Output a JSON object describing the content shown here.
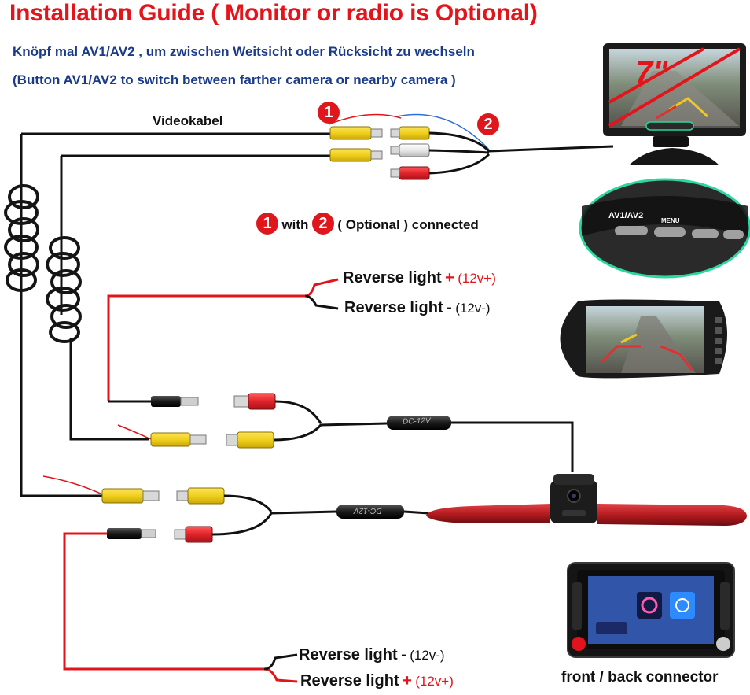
{
  "title": "Installation Guide ( Monitor or radio is Optional)",
  "subtitle_de": "Knöpf mal AV1/AV2 , um zwischen Weitsicht oder Rücksicht zu wechseln",
  "subtitle_en": "(Button AV1/AV2 to switch between farther camera or nearby camera )",
  "videokabel_label": "Videokabel",
  "badges": {
    "one": "1",
    "two": "2"
  },
  "optional_note": {
    "with": "with",
    "rest": "( Optional ) connected"
  },
  "monitor_screen_text": "7\"",
  "av_button_label": "AV1/AV2",
  "menu_button_label": "MENU",
  "reverse_upper": {
    "plus_label": "Reverse light",
    "plus_sign": "+",
    "plus_volt": "(12v+)",
    "minus_label": "Reverse light",
    "minus_sign": "-",
    "minus_volt": "(12v-)"
  },
  "reverse_lower": {
    "minus_label": "Reverse light",
    "minus_sign": "-",
    "minus_volt": "(12v-)",
    "plus_label": "Reverse light",
    "plus_sign": "+",
    "plus_volt": "(12v+)"
  },
  "dc_box_label": "DC-12V",
  "connector_caption": "front / back connector",
  "colors": {
    "title_red": "#e4141b",
    "subtitle_blue": "#1a3a8a",
    "rca_yellow": "#f2d32a",
    "rca_white": "#eeeeee",
    "rca_red": "#e0222a",
    "wire_black": "#111111",
    "wire_red": "#e0141a",
    "wire_blue": "#2f6fd8",
    "brake_light": "#b51c1f"
  }
}
